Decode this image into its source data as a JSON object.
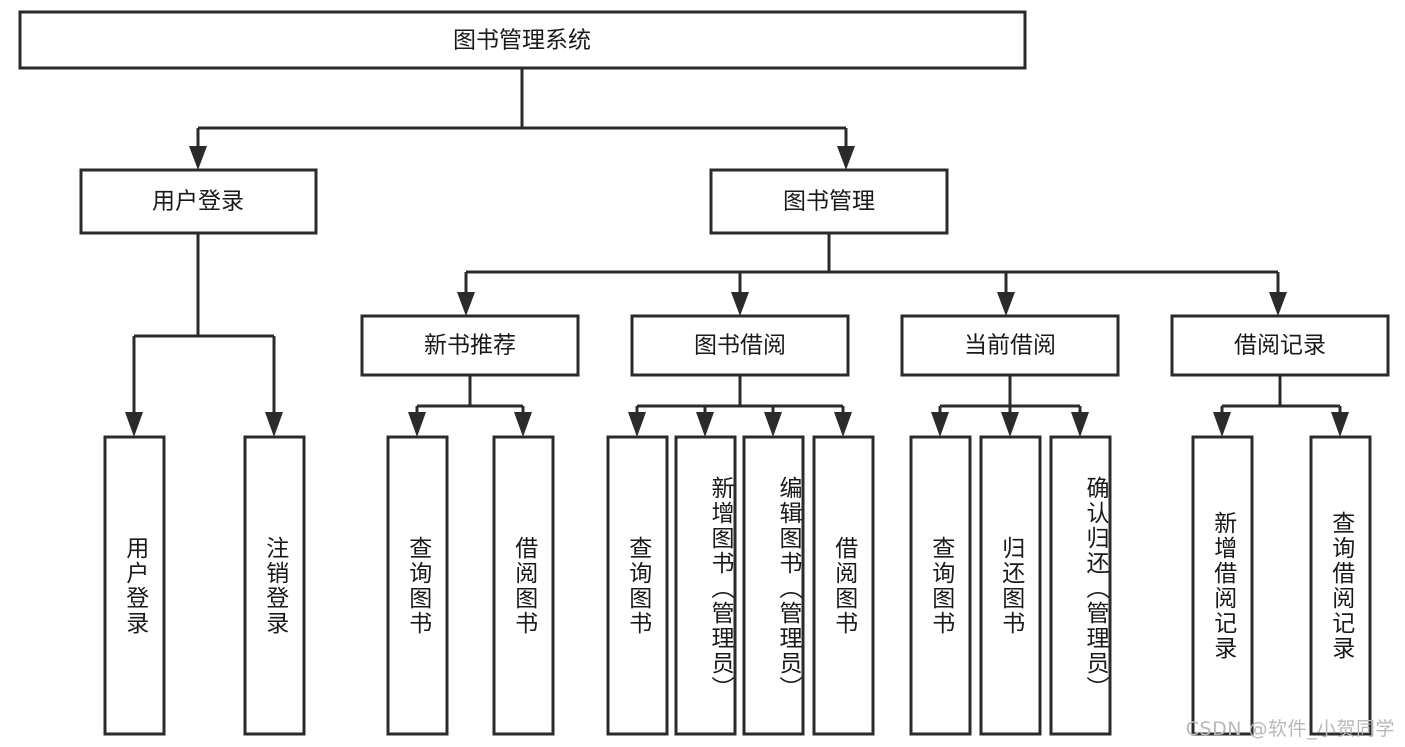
{
  "diagram": {
    "type": "tree-hierarchy-chart",
    "title": "图书管理系统",
    "background_color": "#ffffff",
    "line_color": "#2b2b2b",
    "text_color": "#1a1a1a",
    "levels": {
      "root": {
        "label": "图书管理系统"
      },
      "level2": [
        {
          "label": "用户登录"
        },
        {
          "label": "图书管理"
        }
      ],
      "level3": [
        {
          "label": "新书推荐"
        },
        {
          "label": "图书借阅"
        },
        {
          "label": "当前借阅"
        },
        {
          "label": "借阅记录"
        }
      ],
      "leaves": {
        "user_login": [
          {
            "label": "用户登录"
          },
          {
            "label": "注销登录"
          }
        ],
        "new_book_recommend": [
          {
            "label": "查询图书"
          },
          {
            "label": "借阅图书"
          }
        ],
        "book_borrow": [
          {
            "label": "查询图书"
          },
          {
            "label": "新增图书（管理员）"
          },
          {
            "label": "编辑图书（管理员）"
          },
          {
            "label": "借阅图书"
          }
        ],
        "current_borrow": [
          {
            "label": "查询图书"
          },
          {
            "label": "归还图书"
          },
          {
            "label": "确认归还（管理员）"
          }
        ],
        "borrow_records": [
          {
            "label": "新增借阅记录"
          },
          {
            "label": "查询借阅记录"
          }
        ]
      }
    },
    "watermark": "CSDN @软件_小贺同学"
  }
}
